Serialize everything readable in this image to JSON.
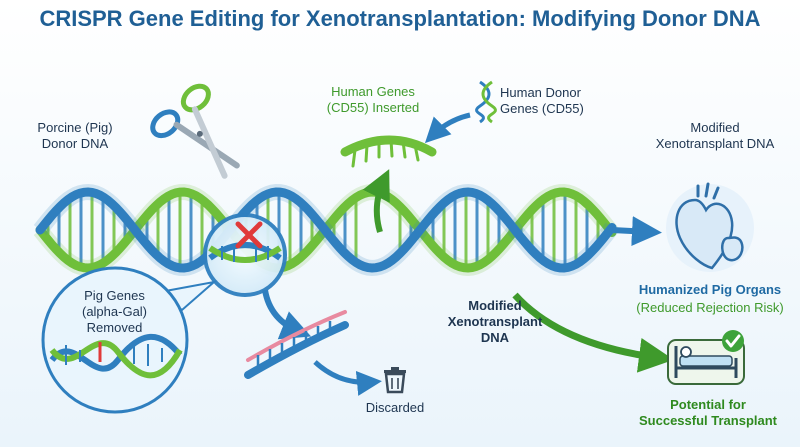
{
  "title": "CRISPR Gene Editing for Xenotransplantation: Modifying Donor DNA",
  "labels": {
    "porcine_donor": [
      "Porcine (Pig)",
      "Donor DNA"
    ],
    "human_genes_inserted": [
      "Human Genes",
      "(CD55) Inserted"
    ],
    "human_donor_genes": [
      "Human Donor",
      "Genes (CD55)"
    ],
    "modified_dna_top": [
      "Modified",
      "Xenotransplant DNA"
    ],
    "pig_genes_removed": [
      "Pig Genes",
      "(alpha-Gal)",
      "Removed"
    ],
    "modified_dna_center": [
      "Modified",
      "Xenotransplant",
      "DNA"
    ],
    "humanized_organs": "Humanized Pig Organs",
    "reduced_rejection": "(Reduced Rejection Risk)",
    "discarded": "Discarded",
    "potential_transplant": [
      "Potential for",
      "Successful Transplant"
    ]
  },
  "icons": {
    "scissors": "scissors-icon",
    "cut_mark": "red-x-icon",
    "magnifier": "magnifier-callout",
    "dna_small": "dna-icon",
    "trash": "trash-can-icon",
    "organs": "heart-kidney-icon",
    "patient": "hospital-bed-patient-icon",
    "check": "check-circle-icon"
  },
  "colors": {
    "title": "#1f5f95",
    "dna_blue": "#2f7fbf",
    "dna_green": "#6fbf3a",
    "cut_red": "#e03a3a",
    "inserted_green": "#3f9a2c",
    "check_green": "#3da33a"
  }
}
